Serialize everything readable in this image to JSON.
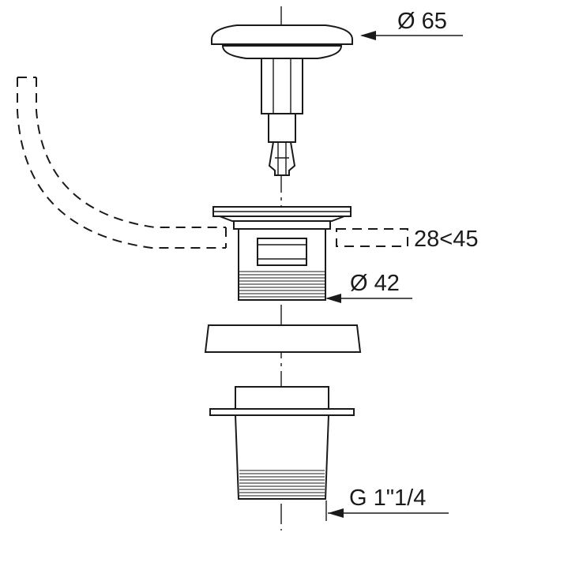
{
  "diagram": {
    "dimensions": {
      "cap_diameter": "Ø 65",
      "thickness_range": "28<45",
      "body_diameter": "Ø 42",
      "thread_size": "G 1\"1/4"
    },
    "colors": {
      "line": "#1a1a1a",
      "background": "#ffffff"
    }
  }
}
